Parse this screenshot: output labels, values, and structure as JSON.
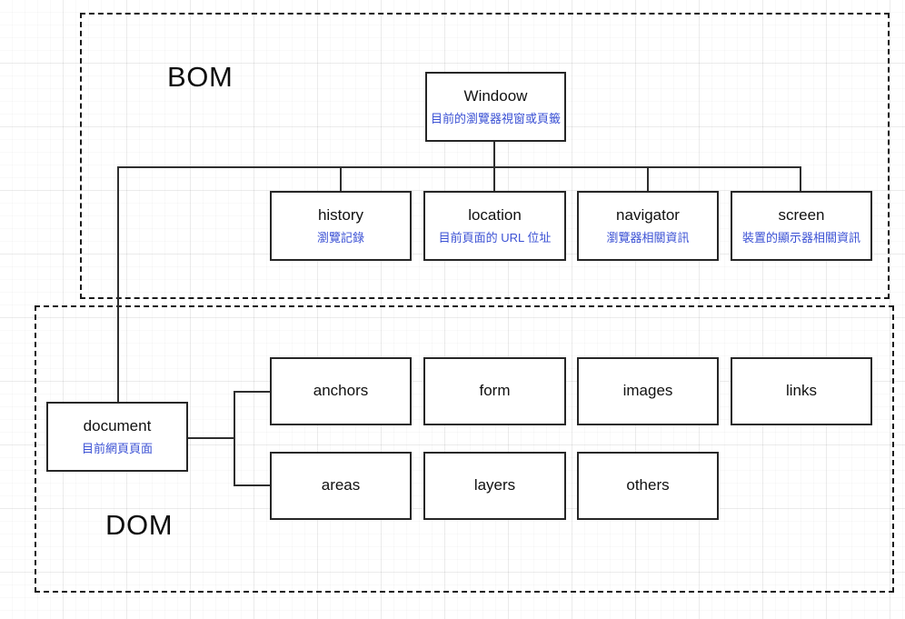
{
  "diagram": {
    "groups": [
      {
        "id": "bom",
        "label": "BOM"
      },
      {
        "id": "dom",
        "label": "DOM"
      }
    ],
    "nodes": {
      "window": {
        "title": "Windoow",
        "subtitle": "目前的瀏覽器視窗或頁籤"
      },
      "history": {
        "title": "history",
        "subtitle": "瀏覽記錄"
      },
      "location": {
        "title": "location",
        "subtitle": "目前頁面的 URL 位址"
      },
      "navigator": {
        "title": "navigator",
        "subtitle": "瀏覽器相關資訊"
      },
      "screen": {
        "title": "screen",
        "subtitle": "裝置的顯示器相關資訊"
      },
      "document": {
        "title": "document",
        "subtitle": "目前網頁頁面"
      },
      "anchors": {
        "title": "anchors",
        "subtitle": ""
      },
      "form": {
        "title": "form",
        "subtitle": ""
      },
      "images": {
        "title": "images",
        "subtitle": ""
      },
      "links": {
        "title": "links",
        "subtitle": ""
      },
      "areas": {
        "title": "areas",
        "subtitle": ""
      },
      "layers": {
        "title": "layers",
        "subtitle": ""
      },
      "others": {
        "title": "others",
        "subtitle": ""
      }
    },
    "colors": {
      "box_border": "#262626",
      "title_text": "#111111",
      "subtitle_text": "#3b51d4",
      "connector": "#2e2e2e",
      "group_border": "#1a1a1a",
      "background": "#ffffff"
    }
  }
}
